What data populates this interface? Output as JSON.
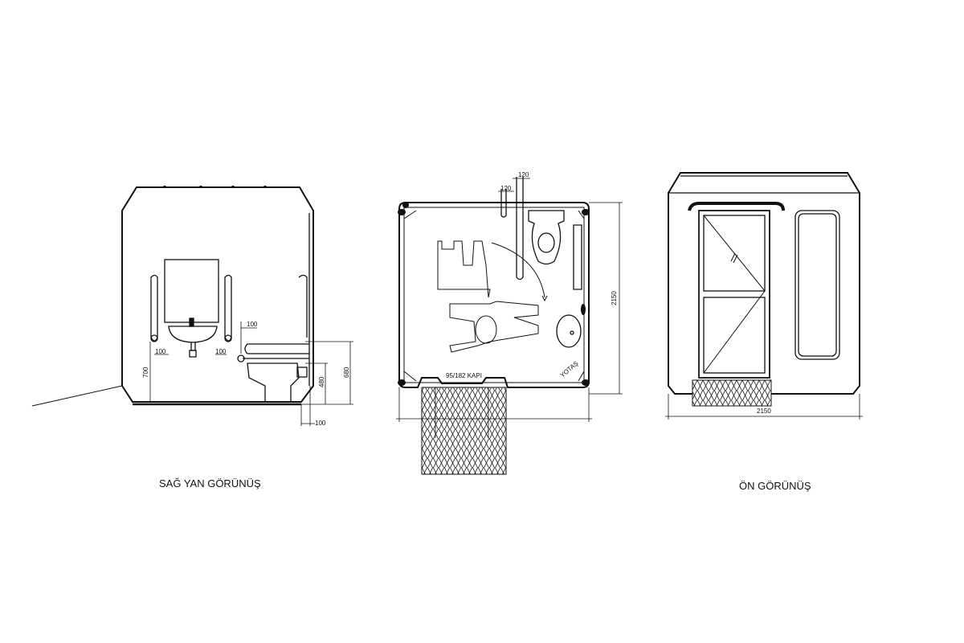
{
  "side_view": {
    "title": "SAĞ YAN GÖRÜNÜŞ",
    "dims": {
      "bar_left_offset": "100",
      "bar_right_offset": "100",
      "bar_side_offset": "100",
      "bar_height": "700",
      "seat_height": "480",
      "bar_height_toilet": "680",
      "toilet_offset": "100"
    }
  },
  "plan_view": {
    "door_label": "95/182 KAPI",
    "dims": {
      "bar_a": "120",
      "bar_b": "120",
      "depth": "2150",
      "width_line": ""
    },
    "logo_text": "YOTAŞ"
  },
  "front_view": {
    "title": "ÖN GÖRÜNÜŞ",
    "dims": {
      "width": "2150"
    }
  },
  "colors": {
    "line": "#111111",
    "background": "#ffffff"
  }
}
